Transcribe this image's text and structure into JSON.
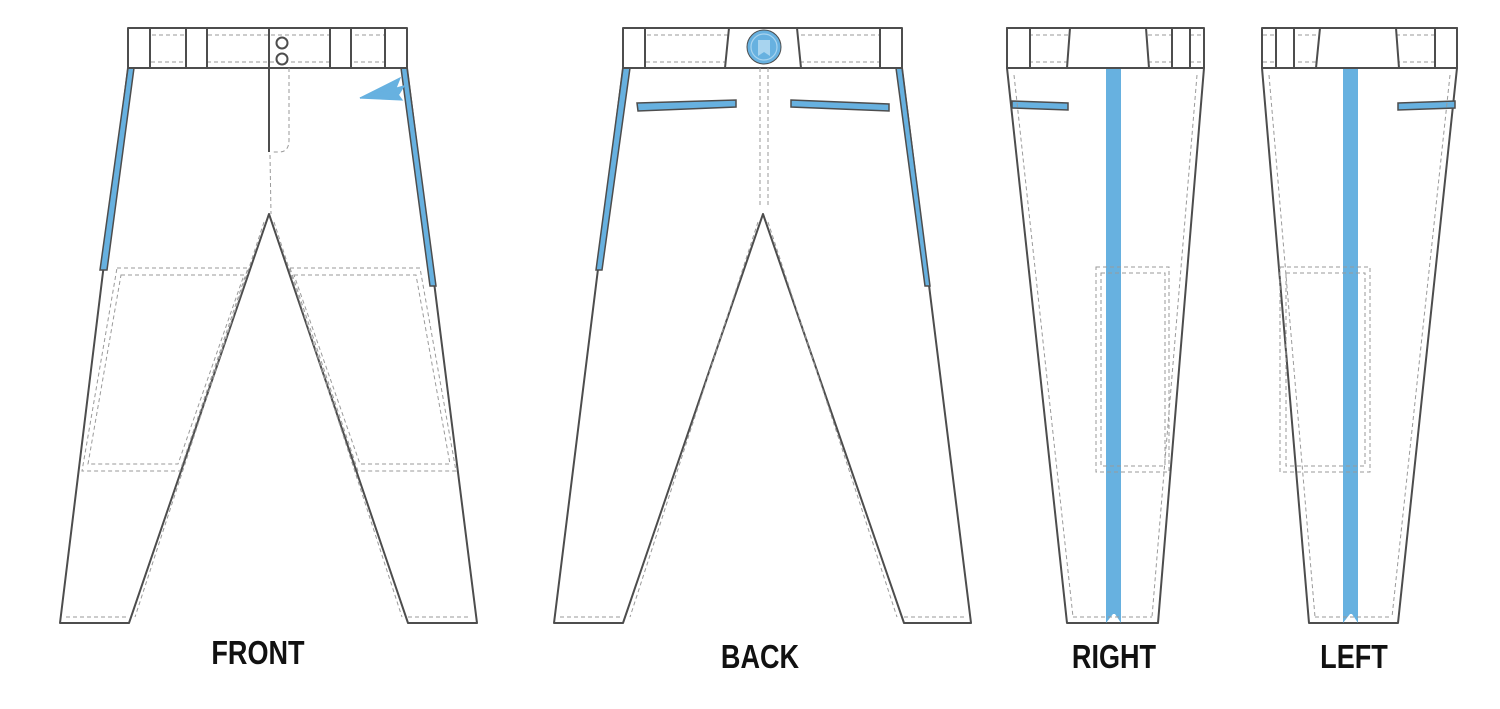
{
  "colors": {
    "accent": "#67b1e0",
    "outline": "#4d4d4d",
    "stitch": "#9a9a9a",
    "fabric": "#ffffff"
  },
  "views": {
    "front": {
      "label": "FRONT"
    },
    "back": {
      "label": "BACK"
    },
    "right": {
      "label": "RIGHT"
    },
    "left": {
      "label": "LEFT"
    }
  },
  "icons": {
    "front_logo": "triple-arrow-logo-icon",
    "back_patch": "round-team-patch-icon",
    "buttons": "waist-button-icon"
  }
}
